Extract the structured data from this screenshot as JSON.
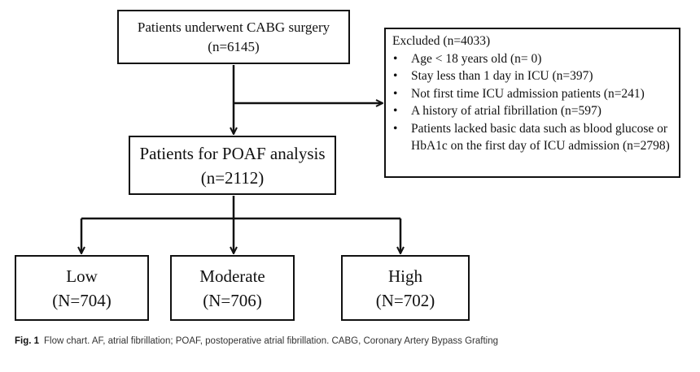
{
  "flowchart": {
    "top": {
      "line1": "Patients underwent CABG surgery",
      "line2": "(n=6145)"
    },
    "excluded": {
      "title": "Excluded (n=4033)",
      "items": [
        "Age < 18 years old (n= 0)",
        "Stay less than 1 day in ICU (n=397)",
        "Not first time ICU admission patients (n=241)",
        "A history of atrial fibrillation (n=597)",
        "Patients lacked basic data such as blood glucose or HbA1c on the first day of ICU admission (n=2798)"
      ]
    },
    "middle": {
      "line1": "Patients for POAF analysis",
      "line2": "(n=2112)"
    },
    "groups": [
      {
        "label": "Low",
        "count": "(N=704)"
      },
      {
        "label": "Moderate",
        "count": "(N=706)"
      },
      {
        "label": "High",
        "count": "(N=702)"
      }
    ]
  },
  "caption": {
    "figure_label": "Fig. 1",
    "text": "Flow chart. AF, atrial fibrillation; POAF, postoperative atrial fibrillation. CABG, Coronary Artery Bypass Grafting"
  },
  "colors": {
    "stroke": "#111111",
    "caption_text": "#333333"
  }
}
